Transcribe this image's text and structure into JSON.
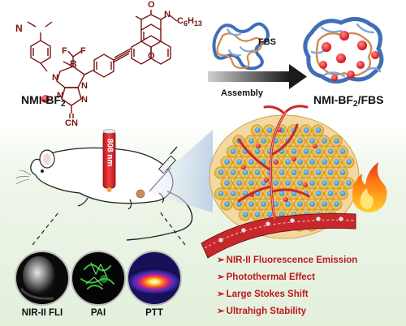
{
  "molecule": {
    "name_main": "NMI-BF",
    "name_sub": "2",
    "atoms": {
      "n1": "N",
      "n2": "N",
      "n3": "N",
      "n4": "N",
      "n5": "N",
      "n_imide": "N",
      "b": "B",
      "f1": "F",
      "f2": "F",
      "o1": "O",
      "o2": "O",
      "cn": "CN"
    },
    "alkyl_chain": "C",
    "alkyl_chain_sub": "6",
    "alkyl_chain_h": "H",
    "alkyl_chain_h_sub": "13"
  },
  "assembly": {
    "fbs_label": "FBS",
    "arrow_label": "Assembly",
    "product_main": "NMI-BF",
    "product_sub": "2",
    "product_suffix": "/FBS"
  },
  "laser": {
    "wavelength": "808 nm"
  },
  "imaging": [
    {
      "label": "NIR-II FLI"
    },
    {
      "label": "PAI"
    },
    {
      "label": "PTT"
    }
  ],
  "features": [
    "NIR-II Fluorescence Emission",
    "Photothermal Effect",
    "Large Stokes Shift",
    "Ultrahigh Stability"
  ],
  "bullet_glyph": "➢",
  "colors": {
    "chem": "#7a1414",
    "feature_text": "#c0171b",
    "arrow": "#222222",
    "dot": "#e8262a",
    "protein_blue": "#3f6fb5",
    "tumor_cell": "#f5c64a",
    "vessel": "#c8282c"
  }
}
